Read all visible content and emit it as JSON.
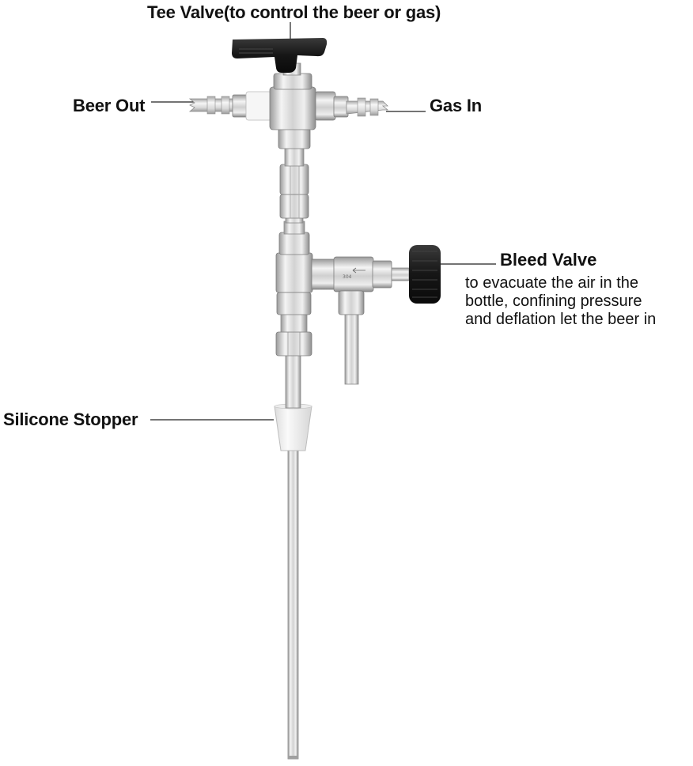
{
  "labels": {
    "tee_valve": "Tee Valve(to control the beer or gas)",
    "beer_out": "Beer Out",
    "gas_in": "Gas In",
    "bleed_valve": "Bleed Valve",
    "bleed_valve_description": [
      "to evacuate the air in the",
      "bottle, confining pressure",
      "and deflation let the beer in"
    ],
    "silicone_stopper": "Silicone Stopper"
  },
  "colors": {
    "steel_light": "#f2f2f2",
    "steel_mid": "#c9c9c9",
    "steel_dark": "#8a8a8a",
    "handle": "#1a1a1a",
    "stopper": "#f4f4f4",
    "leader_line": "#222222"
  }
}
